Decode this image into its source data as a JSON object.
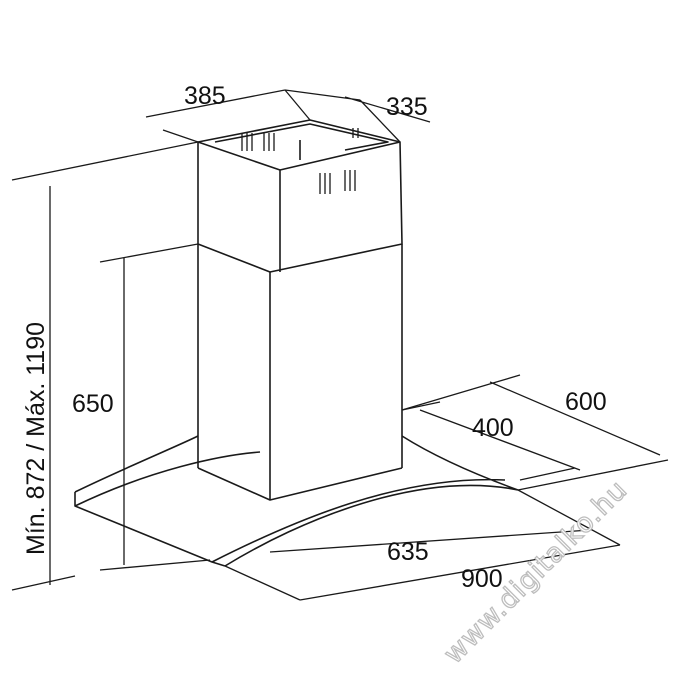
{
  "diagram": {
    "dimensions": {
      "chimney_width": "385",
      "chimney_depth": "335",
      "hood_depth": "600",
      "chimney_offset": "400",
      "canopy_inner_width": "635",
      "canopy_width": "900",
      "canopy_height": "650",
      "total_height": "Mín. 872 / Máx. 1190"
    },
    "watermark": "www.digitalko.hu",
    "colors": {
      "line": "#1a1a1a",
      "text": "#111111",
      "watermark_outline": "#bdbdbd"
    }
  }
}
